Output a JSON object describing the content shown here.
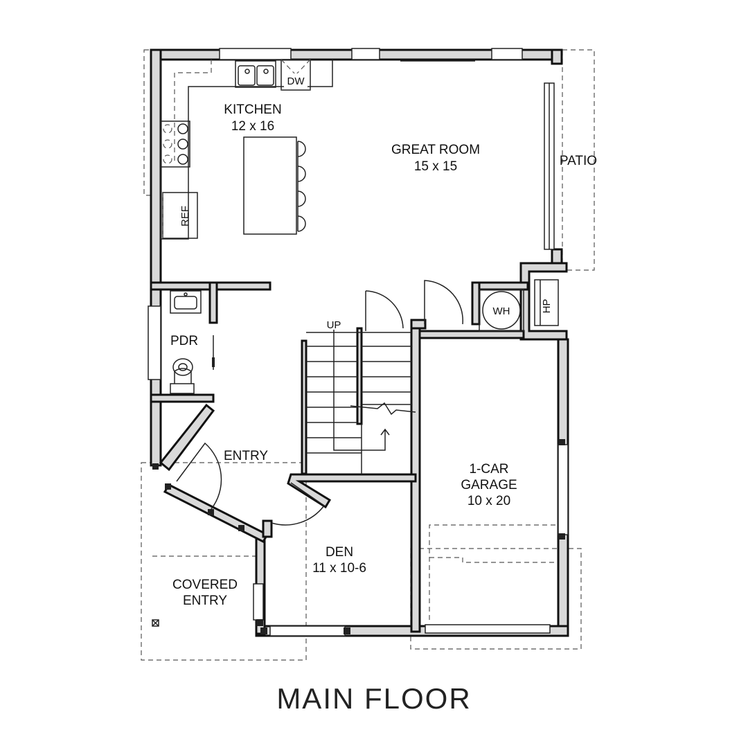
{
  "plan_title": "MAIN FLOOR",
  "rooms": {
    "kitchen": {
      "name": "KITCHEN",
      "size": "12 x 16"
    },
    "great_room": {
      "name": "GREAT ROOM",
      "size": "15 x 15"
    },
    "patio": {
      "name": "PATIO"
    },
    "pdr": {
      "name": "PDR"
    },
    "entry": {
      "name": "ENTRY"
    },
    "garage": {
      "name_line1": "1-CAR",
      "name_line2": "GARAGE",
      "size": "10 x 20"
    },
    "den": {
      "name": "DEN",
      "size": "11 x 10-6"
    },
    "covered_entry": {
      "name_line1": "COVERED",
      "name_line2": "ENTRY"
    }
  },
  "fixtures": {
    "dishwasher": "DW",
    "refrigerator": "REF",
    "water_heater": "WH",
    "heat_pump": "HP",
    "stairs_direction": "UP"
  },
  "colors": {
    "wall_fill": "#d9d9d9",
    "line": "#111111",
    "background": "#ffffff"
  }
}
